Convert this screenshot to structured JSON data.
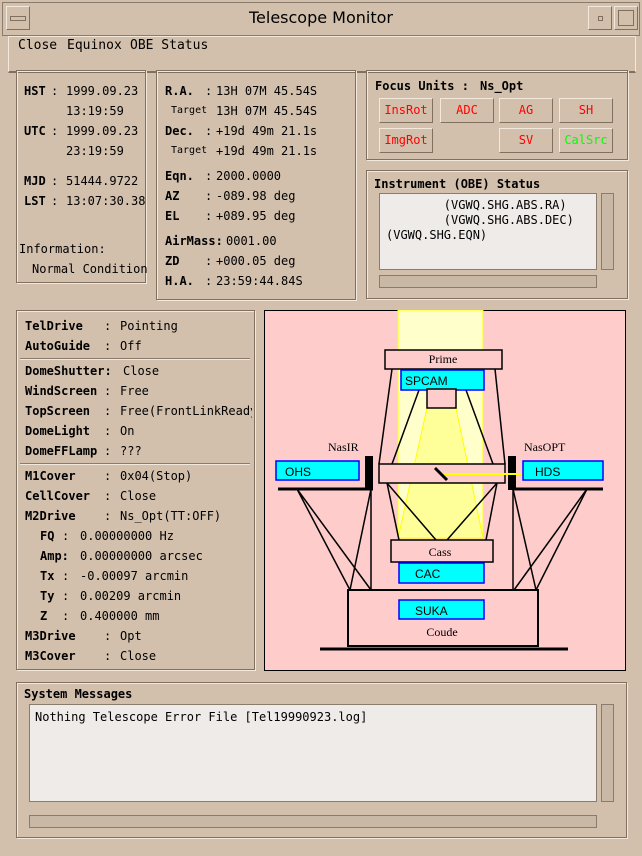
{
  "window": {
    "title": "Telescope Monitor"
  },
  "menu": [
    "Close",
    "Equinox",
    "OBE Status"
  ],
  "time": {
    "hst_label": "HST",
    "hst_date": "1999.09.23",
    "hst_time": "13:19:59",
    "utc_label": "UTC",
    "utc_date": "1999.09.23",
    "utc_time": "23:19:59",
    "mjd_label": "MJD",
    "mjd": "51444.9722",
    "lst_label": "LST",
    "lst": "13:07:30.38"
  },
  "information": {
    "label": "Information:",
    "value": "Normal Condition"
  },
  "coords": [
    {
      "label": "R.A.",
      "value": "13H 07M 45.54S"
    },
    {
      "label": "Target",
      "value": "13H 07M 45.54S",
      "small": true
    },
    {
      "label": "Dec.",
      "value": "+19d 49m 21.1s"
    },
    {
      "label": "Target",
      "value": "+19d 49m 21.1s",
      "small": true
    },
    {
      "label": "Eqn.",
      "value": "2000.0000"
    },
    {
      "label": "AZ",
      "value": "-089.98 deg"
    },
    {
      "label": "EL",
      "value": "+089.95 deg"
    },
    {
      "label": "AirMass:",
      "value": "0001.00"
    },
    {
      "label": "ZD",
      "value": "+000.05 deg"
    },
    {
      "label": "H.A.",
      "value": "23:59:44.84S"
    }
  ],
  "focus": {
    "label": "Focus Units :",
    "value": "Ns_Opt",
    "buttons": [
      {
        "label": "InsRot",
        "color": "#ff0000"
      },
      {
        "label": "ADC",
        "color": "#ff0000"
      },
      {
        "label": "AG",
        "color": "#ff0000"
      },
      {
        "label": "SH",
        "color": "#ff0000"
      },
      {
        "label": "ImgRot",
        "color": "#ff0000"
      },
      {
        "label": "SV",
        "color": "#ff0000"
      },
      {
        "label": "CalSrc",
        "color": "#00ff00"
      }
    ]
  },
  "instrument": {
    "title": "Instrument (OBE) Status",
    "lines": [
      "        (VGWQ.SHG.ABS.RA)",
      "        (VGWQ.SHG.ABS.DEC)",
      "(VGWQ.SHG.EQN)"
    ]
  },
  "status": [
    {
      "label": "TelDrive",
      "value": "Pointing"
    },
    {
      "label": "AutoGuide",
      "value": "Off"
    },
    {
      "label": "DomeShutter:",
      "value": "Close"
    },
    {
      "label": "WindScreen",
      "value": "Free"
    },
    {
      "label": "TopScreen",
      "value": "Free(FrontLinkReady"
    },
    {
      "label": "DomeLight",
      "value": "On"
    },
    {
      "label": "DomeFFLamp",
      "value": "???"
    },
    {
      "label": "M1Cover",
      "value": "0x04(Stop)"
    },
    {
      "label": "CellCover",
      "value": "Close"
    },
    {
      "label": "M2Drive",
      "value": "Ns_Opt(TT:OFF)"
    },
    {
      "label": "FQ",
      "value": "0.00000000 Hz"
    },
    {
      "label": "Amp:",
      "value": "0.00000000 arcsec"
    },
    {
      "label": "Tx",
      "value": "-0.00097 arcmin"
    },
    {
      "label": "Ty",
      "value": "0.00209 arcmin"
    },
    {
      "label": "Z",
      "value": "0.400000 mm"
    },
    {
      "label": "M3Drive",
      "value": "Opt"
    },
    {
      "label": "M3Cover",
      "value": "Close"
    }
  ],
  "diagram": {
    "prime": "Prime",
    "spcam": "SPCAM",
    "nasir": "NasIR",
    "nasopt": "NasOPT",
    "ohs": "OHS",
    "hds": "HDS",
    "cass": "Cass",
    "cac": "CAC",
    "suka": "SUKA",
    "coude": "Coude",
    "colors": {
      "background": "#ffcccc",
      "instrument": "#00ffff",
      "beam": "#ffff00"
    }
  },
  "messages": {
    "title": "System Messages",
    "text": "Nothing Telescope Error File [Tel19990923.log]"
  }
}
